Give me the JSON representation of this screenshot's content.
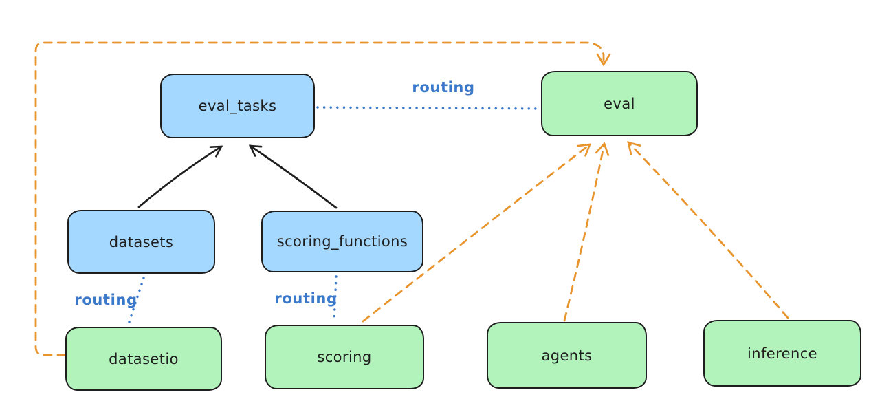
{
  "diagram": {
    "nodes": [
      {
        "id": "eval_tasks",
        "label": "eval_tasks",
        "color": "blue"
      },
      {
        "id": "eval",
        "label": "eval",
        "color": "green"
      },
      {
        "id": "datasets",
        "label": "datasets",
        "color": "blue"
      },
      {
        "id": "scoring_functions",
        "label": "scoring_functions",
        "color": "blue"
      },
      {
        "id": "datasetio",
        "label": "datasetio",
        "color": "green"
      },
      {
        "id": "scoring",
        "label": "scoring",
        "color": "green"
      },
      {
        "id": "agents",
        "label": "agents",
        "color": "green"
      },
      {
        "id": "inference",
        "label": "inference",
        "color": "green"
      }
    ],
    "edge_labels": [
      {
        "id": "routing-eval_tasks-eval",
        "text": "routing"
      },
      {
        "id": "routing-datasets-datasetio",
        "text": "routing"
      },
      {
        "id": "routing-scoring_functions-scoring",
        "text": "routing"
      }
    ],
    "edges": [
      {
        "from": "datasets",
        "to": "eval_tasks",
        "style": "solid-black-arrow"
      },
      {
        "from": "scoring_functions",
        "to": "eval_tasks",
        "style": "solid-black-arrow"
      },
      {
        "from": "eval_tasks",
        "to": "eval",
        "style": "dotted-blue",
        "label": "routing"
      },
      {
        "from": "datasets",
        "to": "datasetio",
        "style": "dotted-blue",
        "label": "routing"
      },
      {
        "from": "scoring_functions",
        "to": "scoring",
        "style": "dotted-blue",
        "label": "routing"
      },
      {
        "from": "datasetio",
        "to": "eval",
        "style": "dashed-orange-arrow"
      },
      {
        "from": "scoring",
        "to": "eval",
        "style": "dashed-orange-arrow"
      },
      {
        "from": "agents",
        "to": "eval",
        "style": "dashed-orange-arrow"
      },
      {
        "from": "inference",
        "to": "eval",
        "style": "dashed-orange-arrow"
      }
    ],
    "colors": {
      "node_blue": "#a5d8ff",
      "node_green": "#b2f2bb",
      "stroke_dark": "#1e1e1e",
      "routing_blue": "#3a78c9",
      "arrow_orange": "#e8952e",
      "background": "#ffffff"
    }
  }
}
